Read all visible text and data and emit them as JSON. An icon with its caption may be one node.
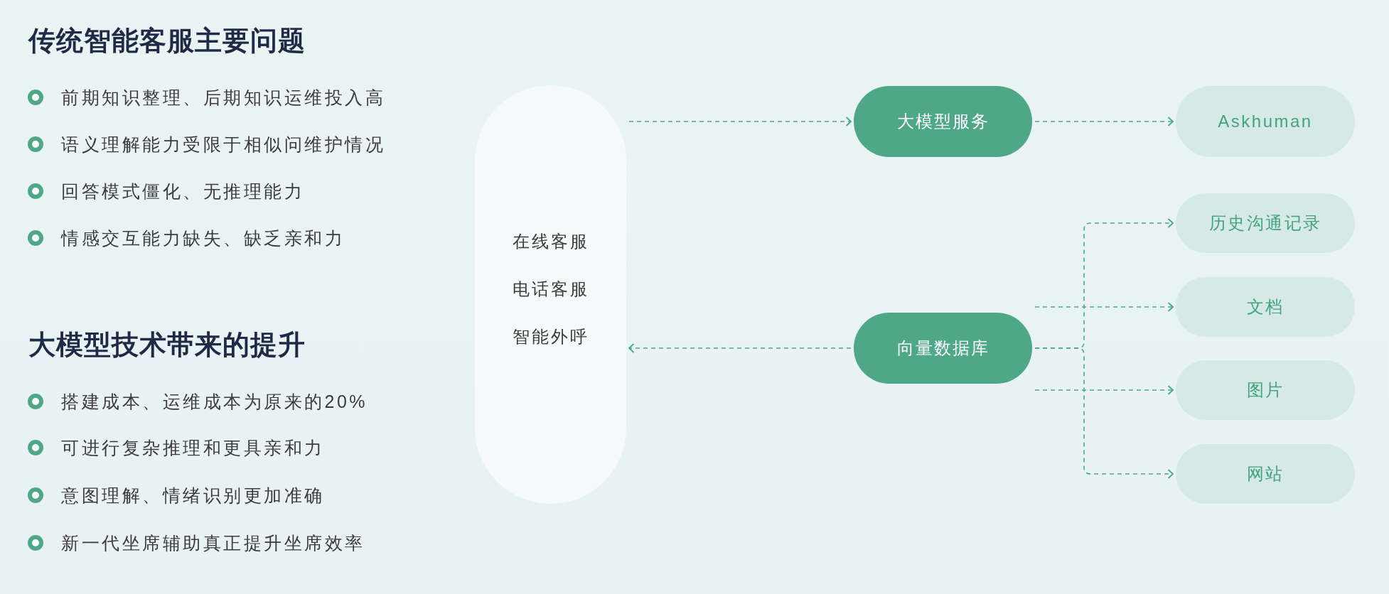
{
  "diagram": {
    "nodes": [
      {
        "text": [
          "在线客服",
          "电话客服",
          "智能外呼"
        ]
      },
      {
        "text": [
          "大模型服务"
        ]
      },
      {
        "text": [
          "Askhuman"
        ]
      },
      {
        "text": [
          "向量数据库"
        ]
      },
      {
        "text": [
          "历史沟通记录"
        ]
      },
      {
        "text": [
          "文档"
        ]
      },
      {
        "text": [
          "图片"
        ]
      },
      {
        "text": [
          "网站"
        ]
      }
    ],
    "edges": [
      {
        "from": 0,
        "to": 1,
        "arrow": "to"
      },
      {
        "from": 1,
        "to": 2,
        "arrow": "to"
      },
      {
        "from": 3,
        "to": 4,
        "arrow": "to"
      },
      {
        "from": 3,
        "to": 5,
        "arrow": "to"
      },
      {
        "from": 3,
        "to": 6,
        "arrow": "to"
      },
      {
        "from": 3,
        "to": 7,
        "arrow": "to"
      },
      {
        "from": 3,
        "to": 0,
        "arrow": "to"
      }
    ],
    "labels": [
      "传统智能客服主要问题",
      "前期知识整理、后期知识运维投入高",
      "语义理解能力受限于相似问维护情况",
      "回答模式僵化、无推理能力",
      "情感交互能力缺失、缺乏亲和力",
      "大模型技术带来的提升",
      "搭建成本、运维成本为原来的20%",
      "可进行复杂推理和更具亲和力",
      "意图理解、情绪识别更加准确",
      "新一代坐席辅助真正提升坐席效率"
    ]
  }
}
